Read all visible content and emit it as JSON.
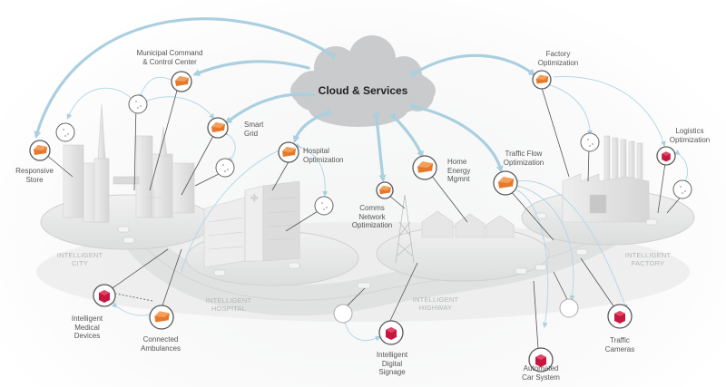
{
  "cloud": {
    "title": "Cloud & Services"
  },
  "colors": {
    "arrow": "#a9cfe0",
    "device_orange": "#e6782a",
    "device_red": "#c8173f",
    "node_ring": "#5a5a5a",
    "zone_text": "#b3b6b8",
    "cloud_fill": "#c9cbcc"
  },
  "zones": [
    {
      "id": "city",
      "label": "INTELLIGENT\nCITY"
    },
    {
      "id": "hospital",
      "label": "INTELLIGENT\nHOSPITAL"
    },
    {
      "id": "highway",
      "label": "INTELLIGENT\nHIGHWAY"
    },
    {
      "id": "factory",
      "label": "INTELLIGENT\nFACTORY"
    }
  ],
  "nodes": [
    {
      "id": "responsive-store",
      "label": "Responsive\nStore",
      "icon": "orange-box-icon"
    },
    {
      "id": "municipal-command",
      "label": "Municipal Command\n& Control Center",
      "icon": "orange-box-icon"
    },
    {
      "id": "smart-grid",
      "label": "Smart\nGrid",
      "icon": "orange-box-icon"
    },
    {
      "id": "hospital-optimization",
      "label": "Hospital\nOptimization",
      "icon": "orange-box-icon"
    },
    {
      "id": "comms-network",
      "label": "Comms\nNetwork\nOptimization",
      "icon": "orange-box-icon"
    },
    {
      "id": "home-energy",
      "label": "Home\nEnergy\nMgmnt",
      "icon": "orange-box-icon"
    },
    {
      "id": "traffic-flow",
      "label": "Traffic Flow\nOptimization",
      "icon": "orange-box-icon"
    },
    {
      "id": "factory-optimization",
      "label": "Factory\nOptimization",
      "icon": "orange-box-icon"
    },
    {
      "id": "logistics-optimization",
      "label": "Logistics\nOptimization",
      "icon": "red-cube-icon"
    },
    {
      "id": "medical-devices",
      "label": "Intelligent\nMedical\nDevices",
      "icon": "red-cube-icon"
    },
    {
      "id": "connected-ambulances",
      "label": "Connected\nAmbulances",
      "icon": "orange-box-icon"
    },
    {
      "id": "digital-signage",
      "label": "Intelligent\nDigital\nSignage",
      "icon": "red-cube-icon"
    },
    {
      "id": "automated-car",
      "label": "Automated\nCar System",
      "icon": "red-cube-icon"
    },
    {
      "id": "traffic-cameras",
      "label": "Traffic\nCameras",
      "icon": "red-cube-icon"
    }
  ]
}
